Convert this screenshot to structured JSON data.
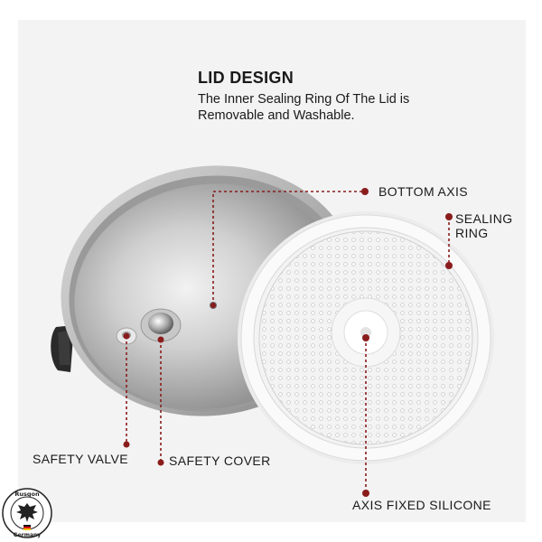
{
  "header": {
    "title": "LID DESIGN",
    "subtitle": "The Inner Sealing Ring Of The Lid is Removable and Washable."
  },
  "labels": {
    "bottom_axis": "BOTTOM AXIS",
    "sealing_ring_line1": "SEALING",
    "sealing_ring_line2": "RING",
    "safety_valve": "SAFETY VALVE",
    "safety_cover": "SAFETY COVER",
    "axis_fixed_silicone": "AXIS FIXED SILICONE"
  },
  "badge": {
    "top_text": "Rusgon",
    "bottom_text": "Germany"
  },
  "colors": {
    "leader_line": "#8a1c1c",
    "panel_bg": "#f3f3f3",
    "steel_light": "#e4e4e4",
    "steel_dark": "#8d8d8d",
    "silicone": "#f7f7f7"
  }
}
